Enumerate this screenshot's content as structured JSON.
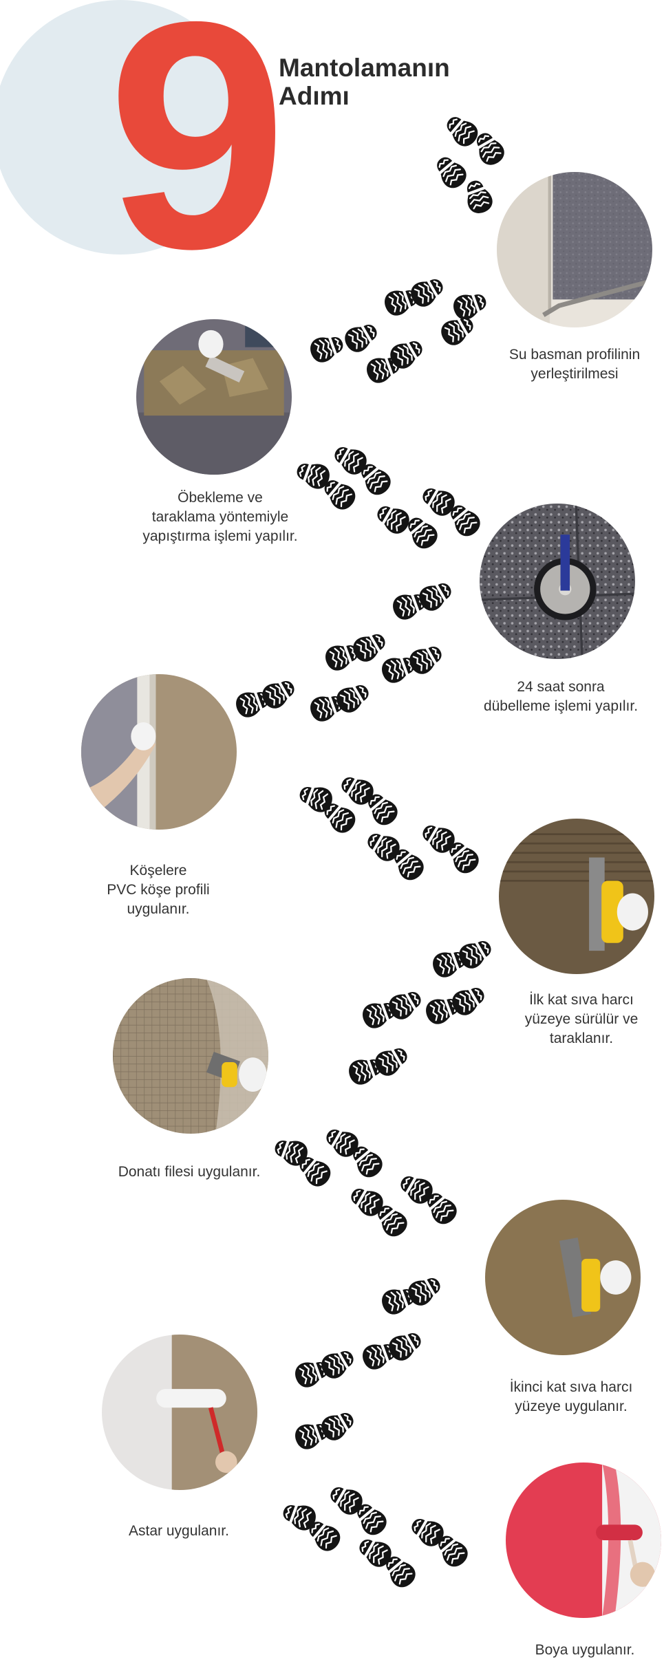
{
  "header": {
    "number": "9",
    "title_line1": "Mantolamanın",
    "title_line2": "Adımı"
  },
  "steps": [
    {
      "lines": [
        "Su basman profilinin",
        "yerleştirilmesi"
      ]
    },
    {
      "lines": [
        "Öbekleme ve",
        "taraklama yöntemiyle",
        "yapıştırma işlemi yapılır."
      ]
    },
    {
      "lines": [
        "24 saat sonra",
        "dübelleme işlemi yapılır."
      ]
    },
    {
      "lines": [
        "Köşelere",
        "PVC köşe profili",
        "uygulanır."
      ]
    },
    {
      "lines": [
        "İlk kat sıva harcı",
        "yüzeye sürülür ve",
        "taraklanır."
      ]
    },
    {
      "lines": [
        "Donatı filesi uygulanır."
      ]
    },
    {
      "lines": [
        "İkinci kat sıva harcı",
        "yüzeye uygulanır."
      ]
    },
    {
      "lines": [
        "Astar uygulanır."
      ]
    },
    {
      "lines": [
        "Boya uygulanır."
      ]
    }
  ],
  "colors": {
    "accent": "#e8493a",
    "circle": "#e2ebf0",
    "footprint": "#141414"
  }
}
